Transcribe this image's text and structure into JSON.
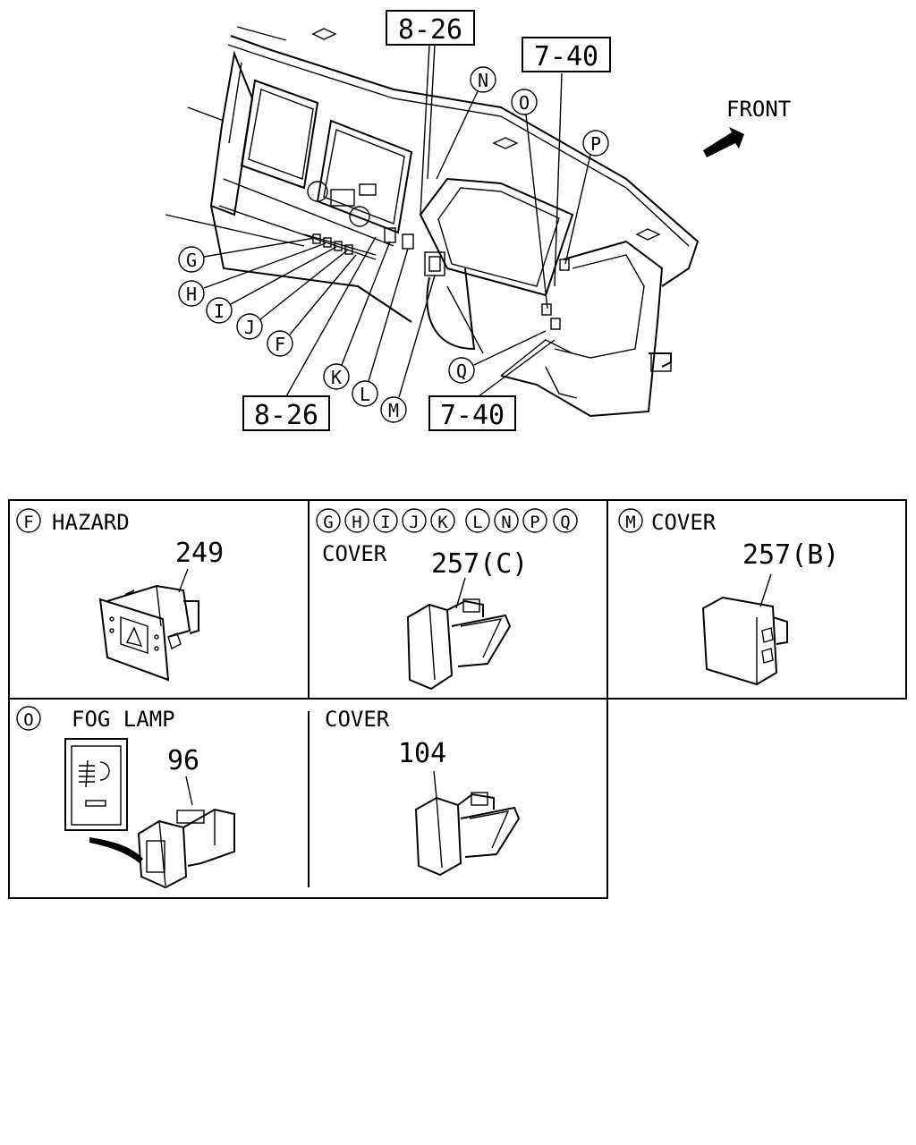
{
  "overview": {
    "ref_top_left": "8-26",
    "ref_top_right": "7-40",
    "ref_bottom_left": "8-26",
    "ref_bottom_right": "7-40",
    "front_label": "FRONT",
    "callouts": [
      "N",
      "O",
      "P",
      "G",
      "H",
      "I",
      "J",
      "F",
      "K",
      "L",
      "M",
      "Q"
    ]
  },
  "panels": [
    {
      "letters": [
        "F"
      ],
      "title": "HAZARD",
      "subtitle": "",
      "part_number": "249"
    },
    {
      "letters": [
        "G",
        "H",
        "I",
        "J",
        "K",
        "L",
        "N",
        "P",
        "Q"
      ],
      "title": "",
      "subtitle": "COVER",
      "part_number": "257(C)"
    },
    {
      "letters": [
        "M"
      ],
      "title": "COVER",
      "subtitle": "",
      "part_number": "257(B)"
    },
    {
      "letters": [
        "O"
      ],
      "title": "FOG LAMP",
      "subtitle": "",
      "part_number": "96"
    },
    {
      "letters": [],
      "title": "COVER",
      "subtitle": "",
      "part_number": "104"
    }
  ]
}
